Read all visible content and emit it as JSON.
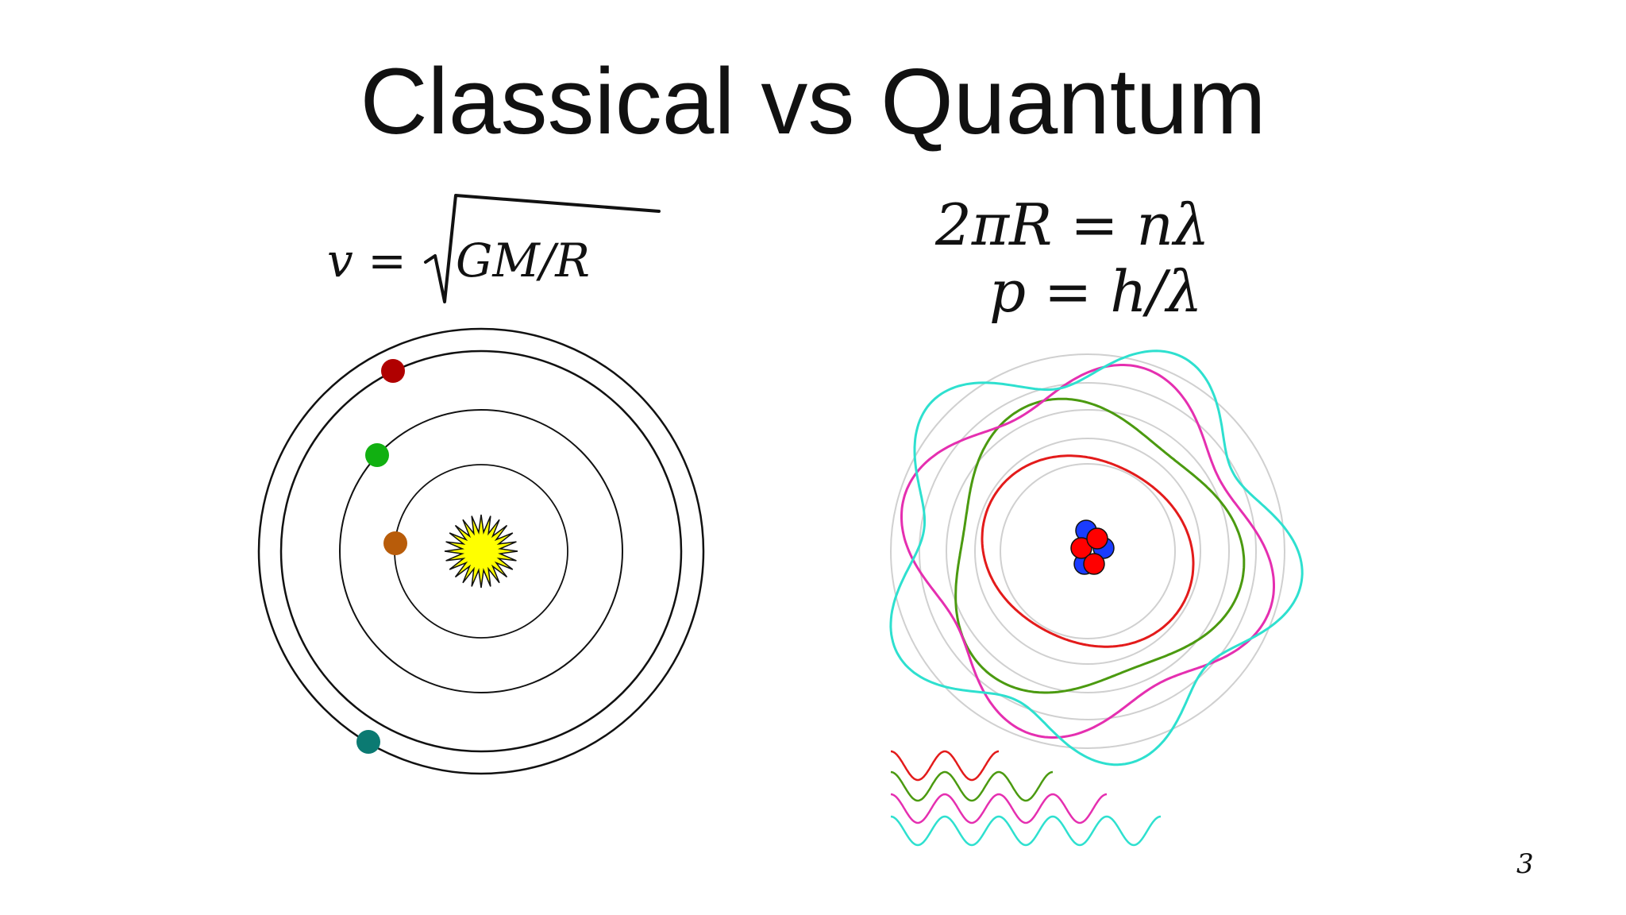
{
  "slide": {
    "title": "Classical vs Quantum",
    "page_number": "3"
  },
  "classical": {
    "formula_lhs": "v =",
    "formula_radicand": "GM/R",
    "sun_color": "#ffff00",
    "orbit_color": "#111111",
    "planets": [
      {
        "name": "red-planet",
        "color": "#b00000"
      },
      {
        "name": "green-planet",
        "color": "#11b011"
      },
      {
        "name": "orange-planet",
        "color": "#b85c0a"
      },
      {
        "name": "teal-planet",
        "color": "#0b7a72"
      }
    ]
  },
  "quantum": {
    "formula_1": "2πR = nλ",
    "formula_2": "p = h/λ",
    "nucleus_proton_color": "#ff0000",
    "nucleus_neutron_color": "#1a3cff",
    "guide_circle_color": "#d0d0d0",
    "waves": [
      {
        "name": "n2-wave",
        "color": "#e31b1b",
        "cycles": 2
      },
      {
        "name": "n3-wave",
        "color": "#4b9a10",
        "cycles": 3
      },
      {
        "name": "n4-wave",
        "color": "#e52fb0",
        "cycles": 4
      },
      {
        "name": "n5-wave",
        "color": "#2ee0cf",
        "cycles": 5
      }
    ]
  }
}
